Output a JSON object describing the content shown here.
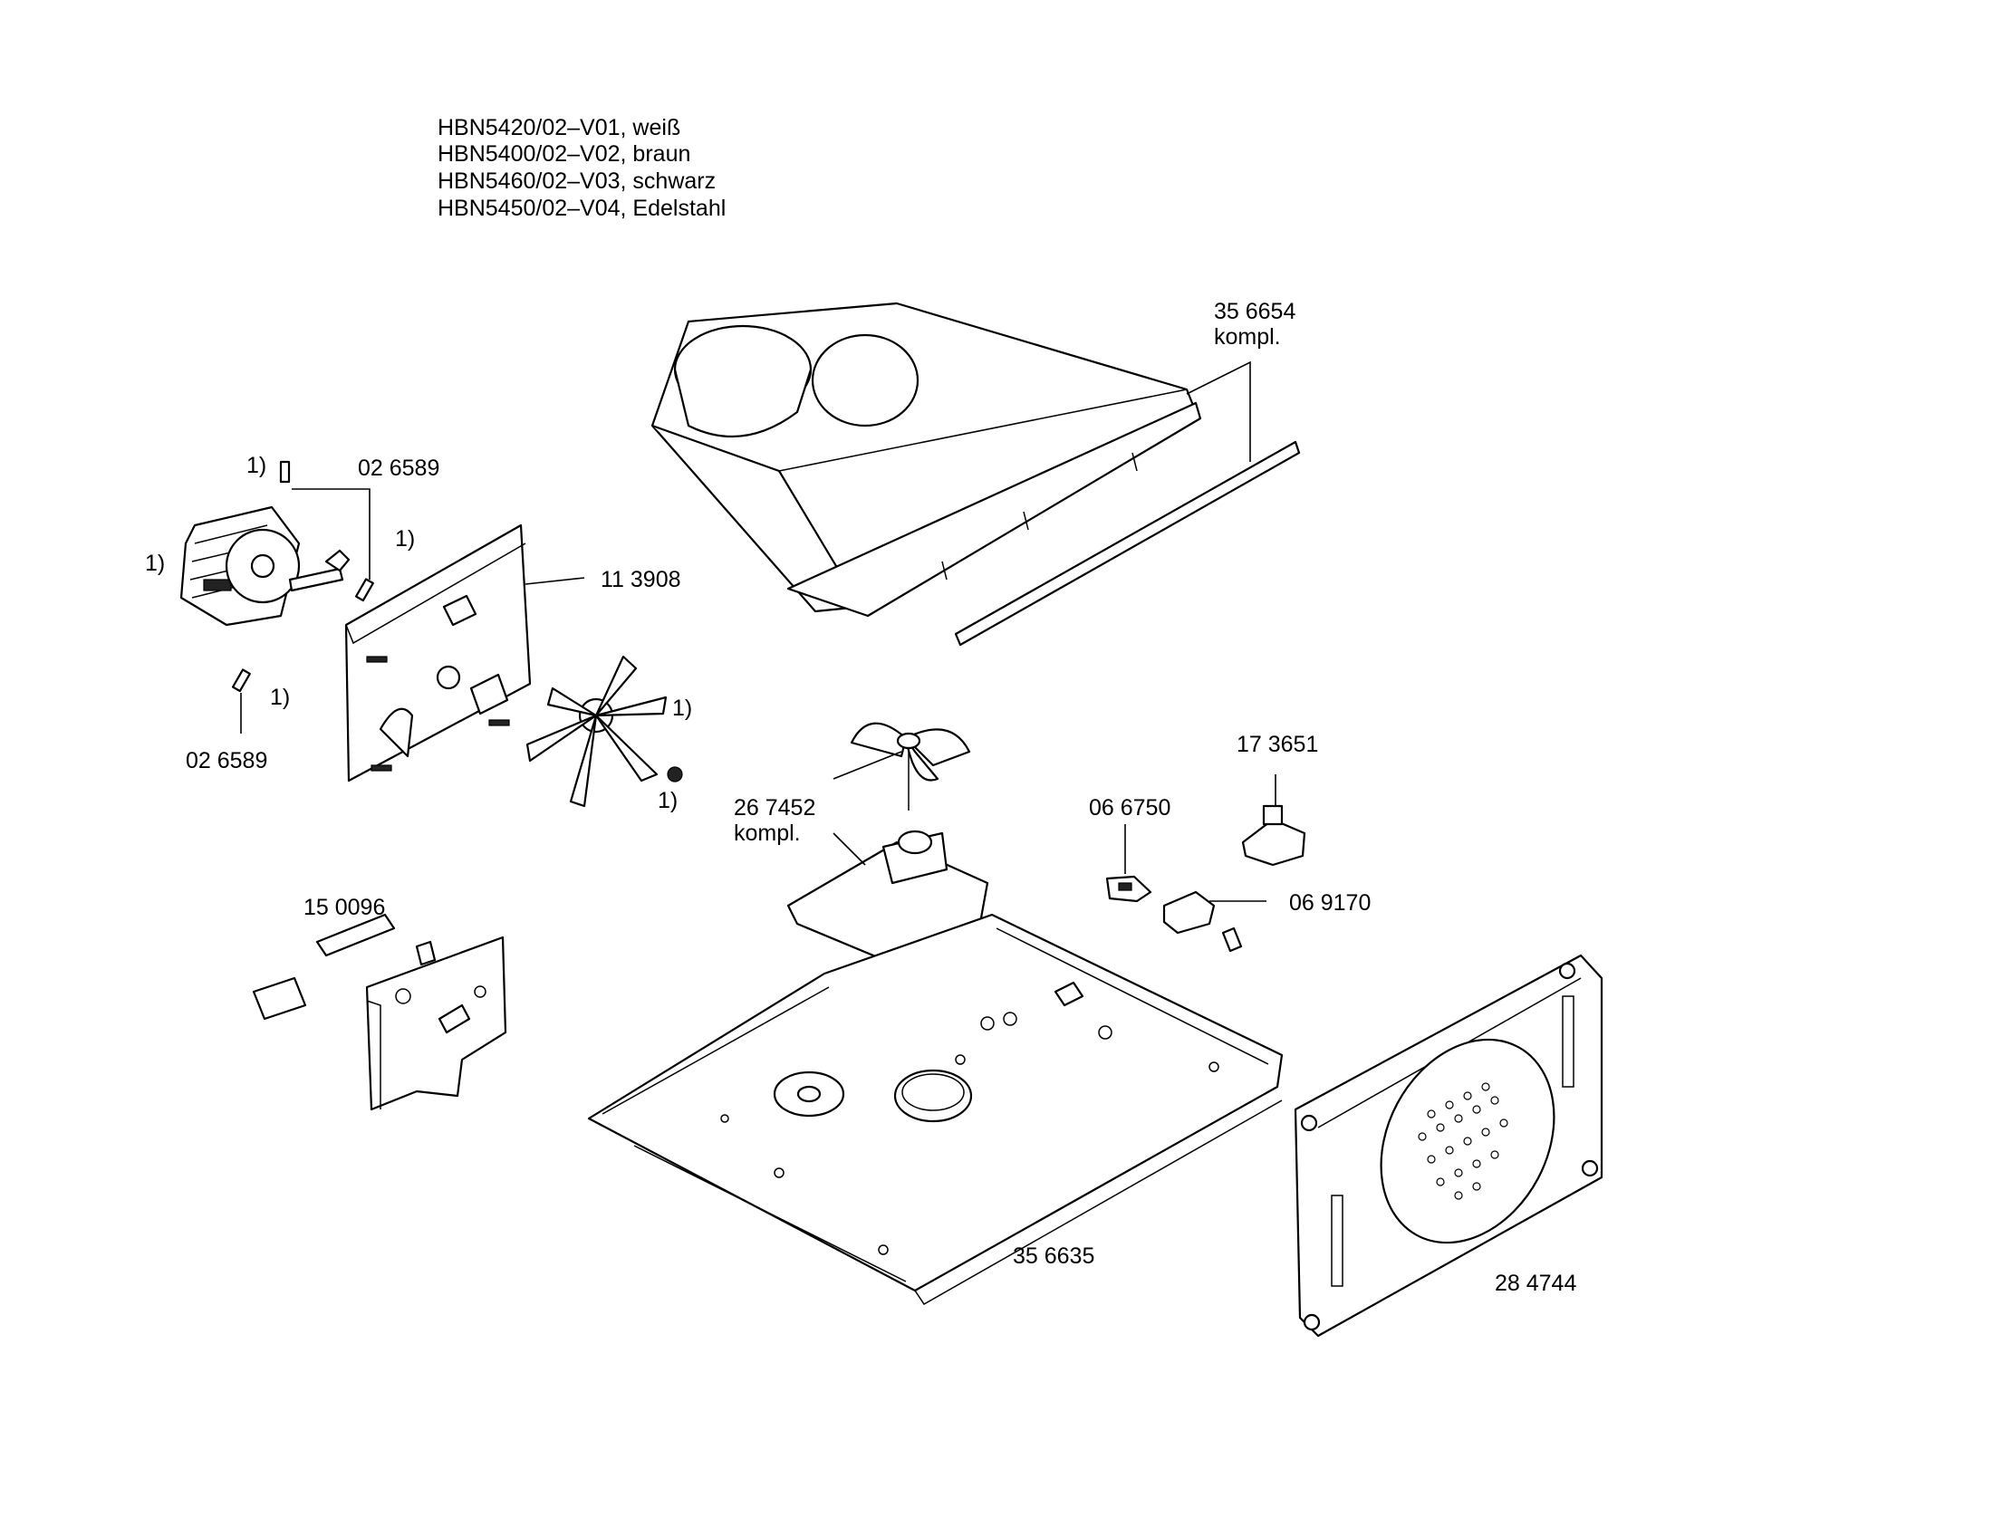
{
  "models": [
    "HBN5420/02–V01, weiß",
    "HBN5400/02–V02, braun",
    "HBN5460/02–V03, schwarz",
    "HBN5450/02–V04, Edelstahl"
  ],
  "labels": {
    "p356654": "35 6654",
    "p356654_note": "kompl.",
    "p026589_top": "02 6589",
    "p026589_bottom": "02 6589",
    "p113908": "11 3908",
    "p267452": "26 7452",
    "p267452_note": "kompl.",
    "p173651": "17 3651",
    "p066750": "06 6750",
    "p069170": "06 9170",
    "p150096": "15 0096",
    "p356635": "35 6635",
    "p284744": "28 4744"
  },
  "footnote_marks": {
    "m1": "1)",
    "m2": "1)",
    "m3": "1)",
    "m4": "1)",
    "m5": "1)",
    "m6": "1)"
  }
}
